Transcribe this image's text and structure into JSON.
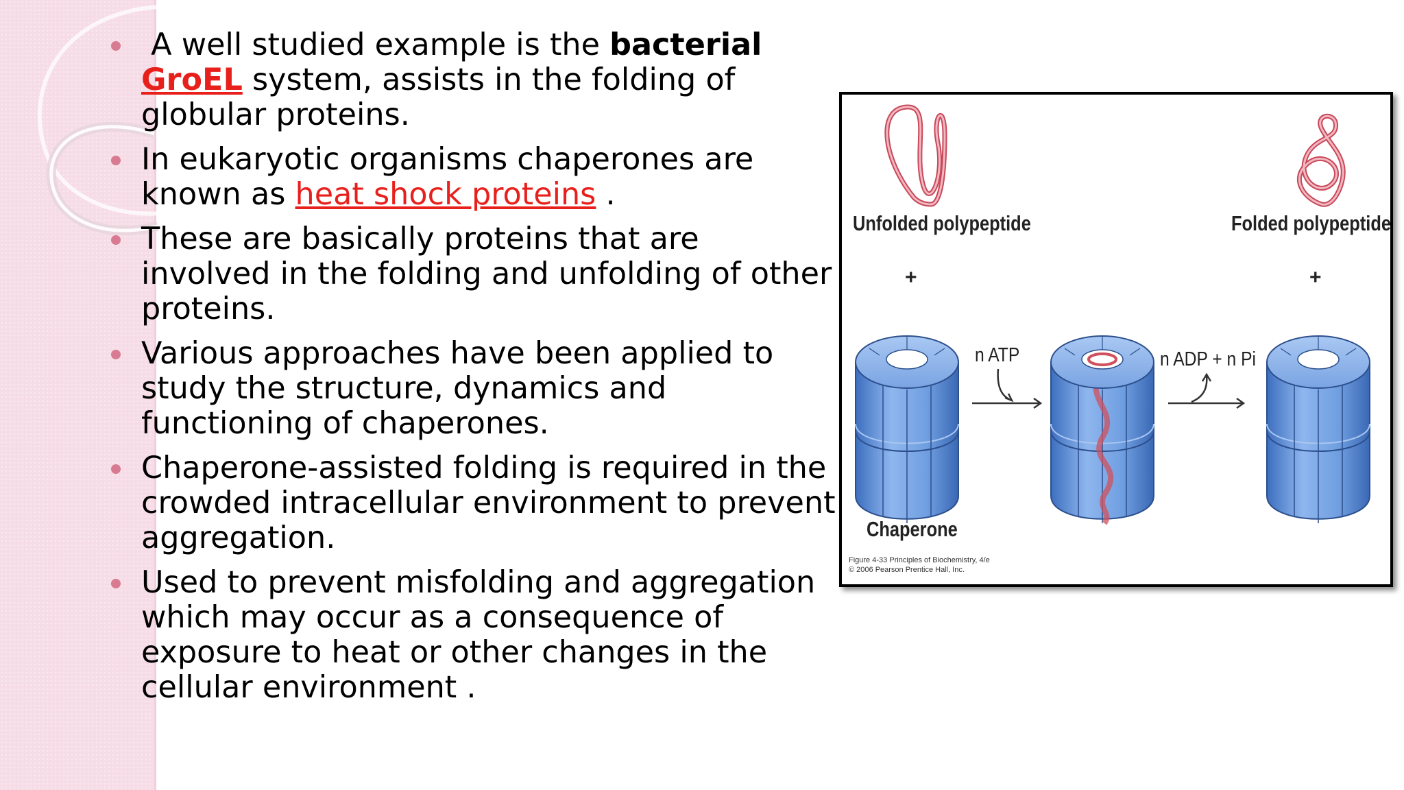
{
  "bullets": [
    {
      "lead": " A well studied example is the ",
      "bold": "bacterial",
      "link": "GroEL",
      "rest": " system, assists in the folding of globular proteins."
    },
    {
      "pre": "In eukaryotic organisms chaperones are known as ",
      "link": "heat shock proteins",
      "post": " ."
    },
    {
      "text": "These are basically proteins that are involved in the folding and unfolding of other proteins."
    },
    {
      "text": " Various approaches have been applied to study the structure, dynamics and functioning of chaperones."
    },
    {
      "text": "Chaperone-assisted folding is required in the crowded intracellular environment to prevent aggregation."
    },
    {
      "text": "Used to prevent misfolding and aggregation which may occur as a consequence of exposure to heat or other changes in the cellular environment ."
    }
  ],
  "figure": {
    "unfolded_label": "Unfolded polypeptide",
    "folded_label": "Folded polypeptide",
    "plus": "+",
    "chaperone_label": "Chaperone",
    "atp_label": "n ATP",
    "adp_label": "n ADP + n Pi",
    "caption_line1": "Figure 4-33 Principles of Biochemistry, 4/e",
    "caption_line2": "© 2006 Pearson Prentice Hall, Inc."
  },
  "colors": {
    "link_red": "#e8201c",
    "bullet_pink": "#d87a92",
    "chaperone_blue": "#6f9ee0",
    "polypeptide_red": "#d0505c"
  }
}
